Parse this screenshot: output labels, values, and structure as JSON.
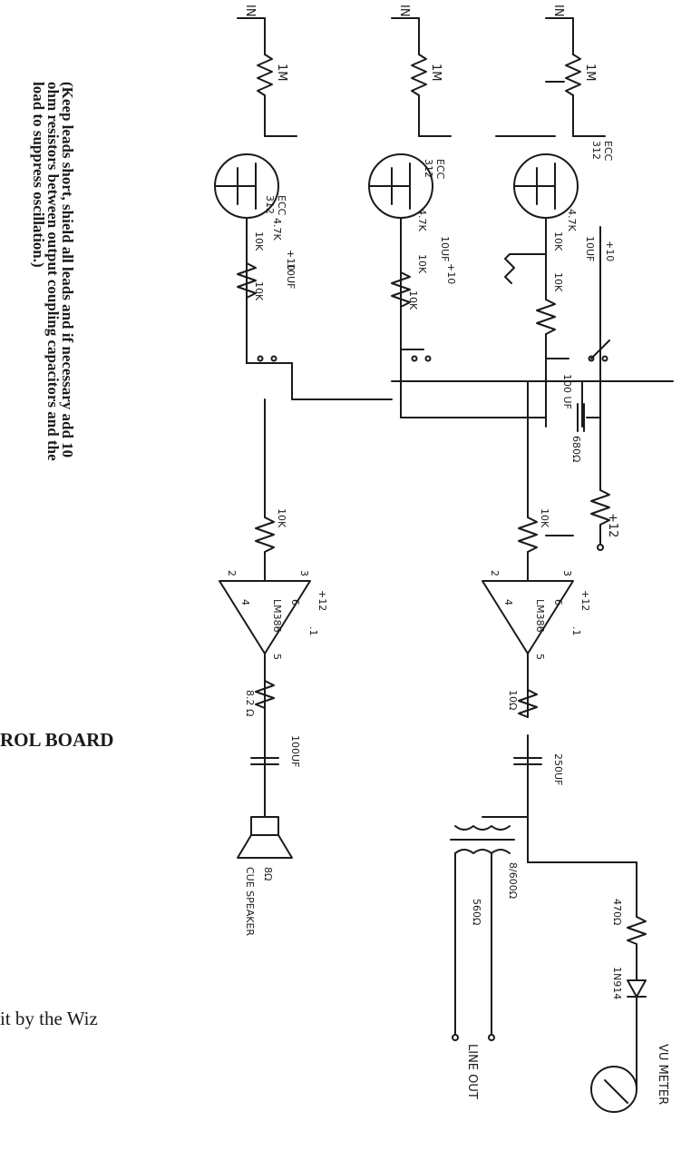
{
  "note": {
    "line1": "(Keep leads short, shield all leads and if necessary add 10",
    "line2": "ohm resistors between output coupling capacitors and the",
    "line3": "load to suppress oscillation.)"
  },
  "title_fragment": "ROL BOARD",
  "byline_fragment": "it by the Wiz",
  "labels": {
    "in_1": "IN",
    "in_2": "IN",
    "in_3": "IN",
    "pot_1m": "1M",
    "tube": "ECC",
    "tube_num": "312",
    "r_47k": "4.7K",
    "cap_10uf": "10UF",
    "r_10k": "10K",
    "plus_10": "+10",
    "cap_100uf": "100 UF",
    "r_680": "680Ω",
    "plus_12_supply": "+12",
    "amp": "LM386",
    "plus_12": "+12",
    "cap_01": ".1",
    "r_10ohm": "10Ω",
    "r_82": "8.2 Ω",
    "cap_250uf": "250UF",
    "cap_100uf_out": "100UF",
    "transformer": "8/600Ω",
    "r_470": "470Ω",
    "diode": "1N914",
    "r_560": "560Ω",
    "line_out": "LINE OUT",
    "vu_meter": "VU METER",
    "speaker_ohm": "8Ω",
    "speaker_label": "CUE SPEAKER",
    "pin_2": "2",
    "pin_3": "3",
    "pin_4": "4",
    "pin_5": "5",
    "pin_6": "6"
  }
}
